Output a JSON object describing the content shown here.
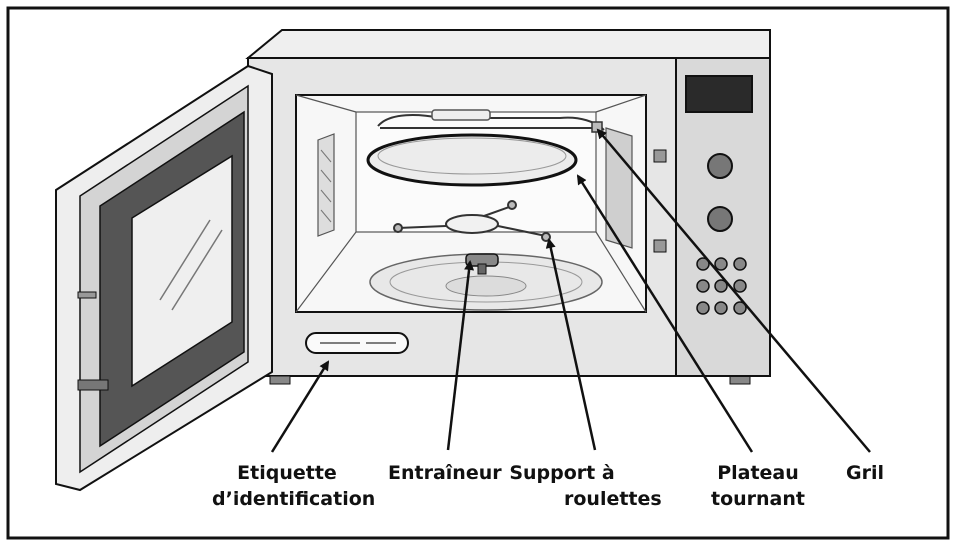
{
  "diagram": {
    "subject": "microwave-oven-open",
    "colors": {
      "frame": "#111111",
      "body": "#e6e6e6",
      "panel": "#d9d9d9",
      "cavity": "#f2f2f2",
      "dark": "#555555",
      "line": "#111111"
    },
    "labels": {
      "etiquette_line1": "Etiquette",
      "etiquette_line2": "d’identification",
      "entraineur": "Entraîneur",
      "support_line1": "Support à",
      "support_line2": "roulettes",
      "plateau_line1": "Plateau",
      "plateau_line2": "tournant",
      "gril": "Gril"
    }
  }
}
